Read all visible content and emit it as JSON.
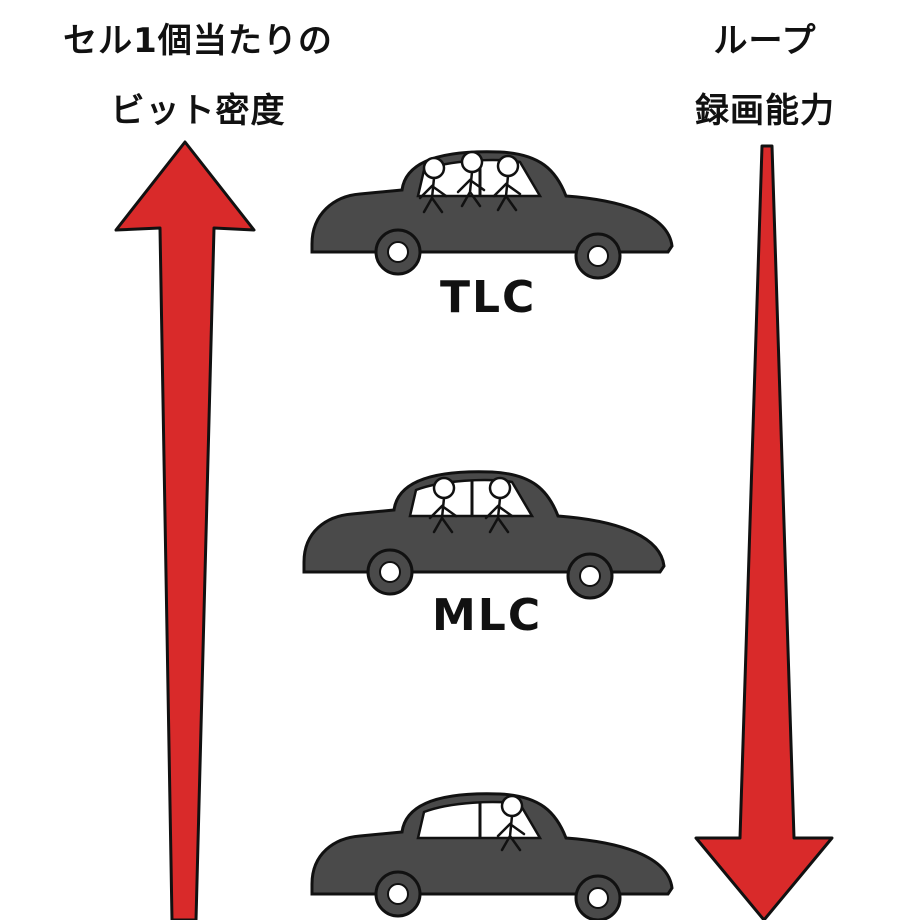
{
  "left_heading": {
    "line1": "セル1個当たりの",
    "line2": "ビット密度"
  },
  "right_heading": {
    "line1": "ループ",
    "line2": "録画能力"
  },
  "cars": {
    "tlc": {
      "label": "TLC",
      "passengers": 3
    },
    "mlc": {
      "label": "MLC",
      "passengers": 2
    },
    "slc": {
      "passengers": 1
    }
  },
  "colors": {
    "arrow": "#d92a2a",
    "car": "#4a4a4a",
    "outline": "#111111"
  }
}
